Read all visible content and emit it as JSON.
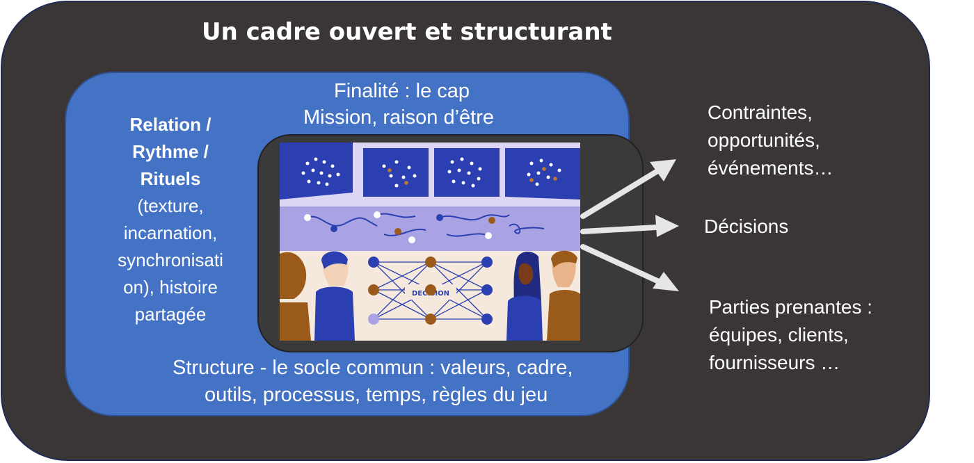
{
  "title": "Un cadre ouvert et structurant",
  "finalite": {
    "line1": "Finalité : le cap",
    "line2": "Mission, raison d’être"
  },
  "left": {
    "bold": [
      "Relation /",
      "Rythme /",
      "Rituels"
    ],
    "normal": [
      "(texture,",
      "incarnation,",
      "synchronisati",
      "on), histoire",
      "partagée"
    ]
  },
  "structure": {
    "line1": "Structure - le socle commun : valeurs, cadre,",
    "line2": "outils, processus, temps, règles du jeu"
  },
  "illustration": {
    "label": "DECISION"
  },
  "right": {
    "top": [
      "Contraintes,",
      "opportunités,",
      "événements…"
    ],
    "middle": "Décisions",
    "bottom": [
      "Parties prenantes :",
      "équipes, clients,",
      "fournisseurs …"
    ]
  },
  "colors": {
    "outer": "#3a3636",
    "blue": "#4472c4",
    "inner": "#3b3a3a",
    "illus_blue": "#2b3fb0",
    "illus_brown": "#9a5b1a",
    "illus_lavender": "#a9a3e3",
    "illus_cream": "#f4e9dc"
  }
}
